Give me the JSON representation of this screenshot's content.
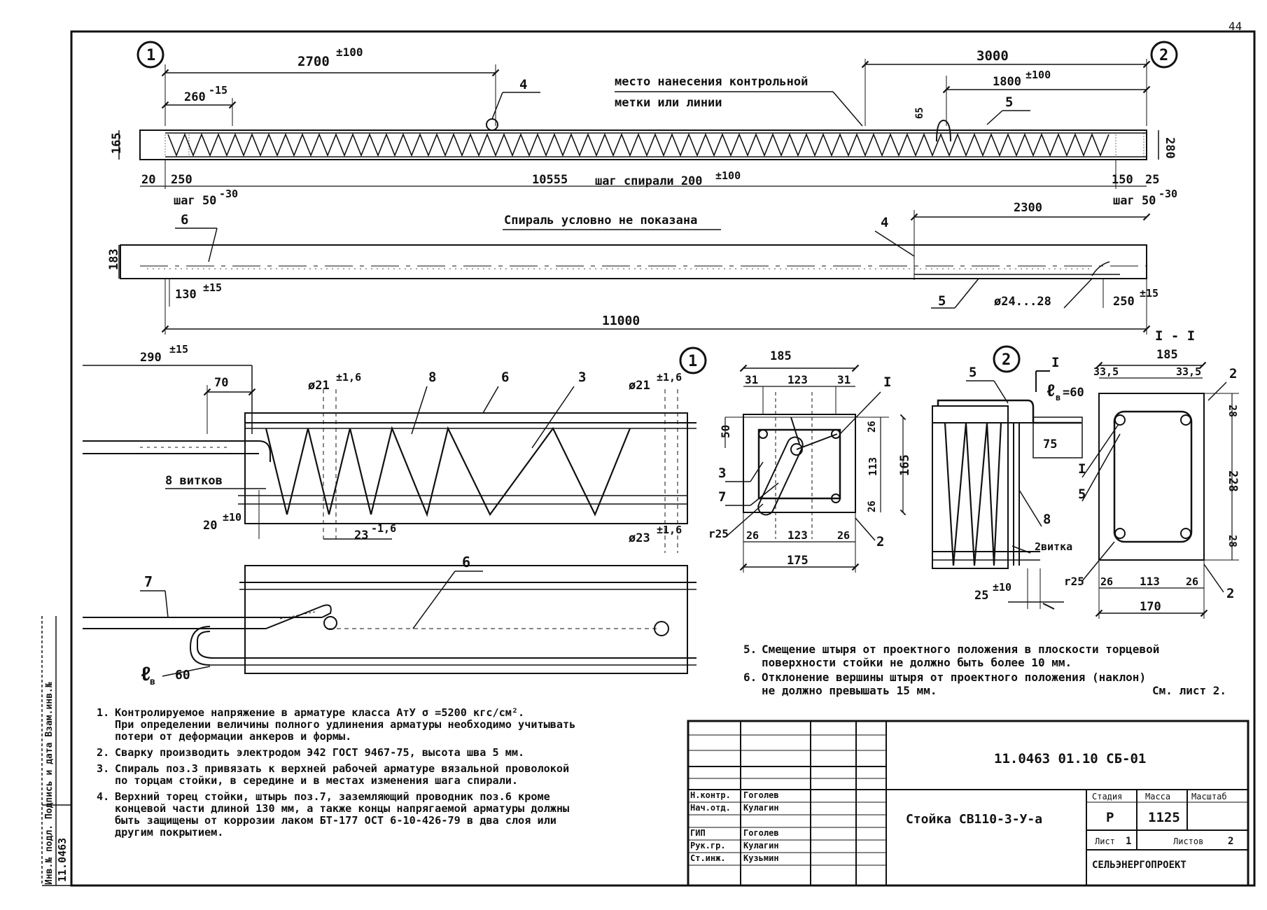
{
  "page_number": "44",
  "top_view": {
    "callout_left": "1",
    "callout_right": "2",
    "dim_2700": "2700",
    "tol_2700": "±100",
    "dim_260": "260",
    "tol_260": "-15",
    "dim_3000": "3000",
    "dim_1800": "1800",
    "tol_1800": "±100",
    "dim_65_small": "65",
    "height_left": "165",
    "height_right": "280",
    "mark_label_line1": "место нанесения контрольной",
    "mark_label_line2": "метки или линии",
    "pos_4": "4",
    "pos_5": "5",
    "dim_20": "20",
    "dim_250": "250",
    "dim_10555": "10555",
    "spiral_pitch": "шаг спирали 200",
    "spiral_pitch_tol": "±100",
    "dim_150": "150",
    "dim_25": "25",
    "pitch_left": "шаг 50",
    "pitch_left_tol": "-30",
    "pitch_right": "шаг 50",
    "pitch_right_tol": "-30"
  },
  "side_view": {
    "spiral_note": "Спираль условно не показана",
    "pos_6": "6",
    "pos_4": "4",
    "pos_5": "5",
    "dim_2300": "2300",
    "height": "183",
    "dim_130": "130",
    "tol_130": "±15",
    "dia_range": "ø24...28",
    "dim_250": "250",
    "tol_250": "±15",
    "total_length": "11000",
    "section_label": "I - I"
  },
  "detail_1": {
    "callout": "1",
    "dim_290": "290",
    "tol_290": "±15",
    "dim_70": "70",
    "dia_21_left": "ø21",
    "tol_21_left": "±1,6",
    "pos_8": "8",
    "pos_6": "6",
    "pos_3": "3",
    "dia_21_right": "ø21",
    "tol_21_right": "±1,6",
    "turns": "8 витков",
    "dim_20": "20",
    "tol_20": "±10",
    "dim_23": "23",
    "tol_23": "-1,6",
    "dia_23": "ø23",
    "tol_23b": "±1,6"
  },
  "section_1": {
    "dim_185": "185",
    "dim_31l": "31",
    "dim_123": "123",
    "dim_31r": "31",
    "pos_I": "I",
    "dim_50": "50",
    "dim_26a": "26",
    "dim_113": "113",
    "dim_165": "165",
    "dim_26b": "26",
    "pos_3": "3",
    "pos_7": "7",
    "r25": "r25",
    "dim_26c": "26",
    "dim_123b": "123",
    "dim_26d": "26",
    "pos_2": "2",
    "dim_175": "175"
  },
  "detail_2": {
    "callout": "2",
    "pos_5": "5",
    "section_mark": "I",
    "lb": "ℓ",
    "lb_sub": "в",
    "lb_val": "=60",
    "dim_75": "75",
    "pos_8": "8",
    "turns": "2витка",
    "dim_25": "25",
    "tol_25": "±10"
  },
  "section_2": {
    "dim_185": "185",
    "dim_33l": "33,5",
    "dim_33r": "33,5",
    "pos_2a": "2",
    "dim_28a": "28",
    "pos_I": "I",
    "pos_5": "5",
    "dim_228": "228",
    "dim_28b": "28",
    "r25": "r25",
    "dim_26l": "26",
    "dim_113": "113",
    "dim_26r": "26",
    "pos_2b": "2",
    "dim_170": "170"
  },
  "detail_bottom": {
    "pos_7": "7",
    "pos_6": "6",
    "lb": "ℓ",
    "lb_sub": "в",
    "lb_val": "60"
  },
  "notes_right": [
    {
      "num": "5.",
      "line1": "Смещение штыря от проектного положения в плоскости торцевой",
      "line2": "поверхности стойки не должно быть более 10 мм."
    },
    {
      "num": "6.",
      "line1": "Отклонение вершины штыря от проектного положения (наклон)",
      "line2": "не должно превышать 15 мм.",
      "tail": "См. лист 2."
    }
  ],
  "notes_left": [
    {
      "num": "1.",
      "l1": "Контролируемое напряжение в арматуре класса АтУ  σ =5200 кгс/см².",
      "l2": "При определении величины полного удлинения арматуры необходимо учитывать",
      "l3": "потери от деформации анкеров и формы."
    },
    {
      "num": "2.",
      "l1": "Сварку производить электродом Э42 ГОСТ 9467-75, высота шва 5 мм."
    },
    {
      "num": "3.",
      "l1": "Спираль поз.3 привязать к верхней рабочей арматуре вязальной проволокой",
      "l2": "по торцам стойки, в середине и в местах изменения шага спирали."
    },
    {
      "num": "4.",
      "l1": "Верхний торец стойки, штырь поз.7, заземляющий проводник поз.6 кроме",
      "l2": "концевой части длиной 130 мм, а также концы напрягаемой арматуры должны",
      "l3": "быть защищены от коррозии лаком БТ-177 ОСТ 6-10-426-79 в два слоя или",
      "l4": "другим покрытием."
    }
  ],
  "title_block": {
    "doc_code": "11.0463 01.10 СБ-01",
    "name": "Стойка СВ110-3-У-а",
    "stage_h": "Стадия",
    "mass_h": "Масса",
    "scale_h": "Масштаб",
    "stage": "Р",
    "mass": "1125",
    "sheet_h": "Лист",
    "sheet": "1",
    "sheets_h": "Листов",
    "sheets": "2",
    "org": "СЕЛЬЭНЕРГОПРОЕКТ",
    "roles": [
      "Н.контр.",
      "Нач.отд.",
      "",
      "ГИП",
      "Рук.гр.",
      "Ст.инж."
    ],
    "people": [
      "Гоголев",
      "Кулагин",
      "",
      "Гоголев",
      "Кулагин",
      "Кузьмин"
    ]
  },
  "side_stamp": {
    "text": "Инв.№ подл.  Подпись и дата  Взам.инв.№",
    "code": "11.0463"
  }
}
